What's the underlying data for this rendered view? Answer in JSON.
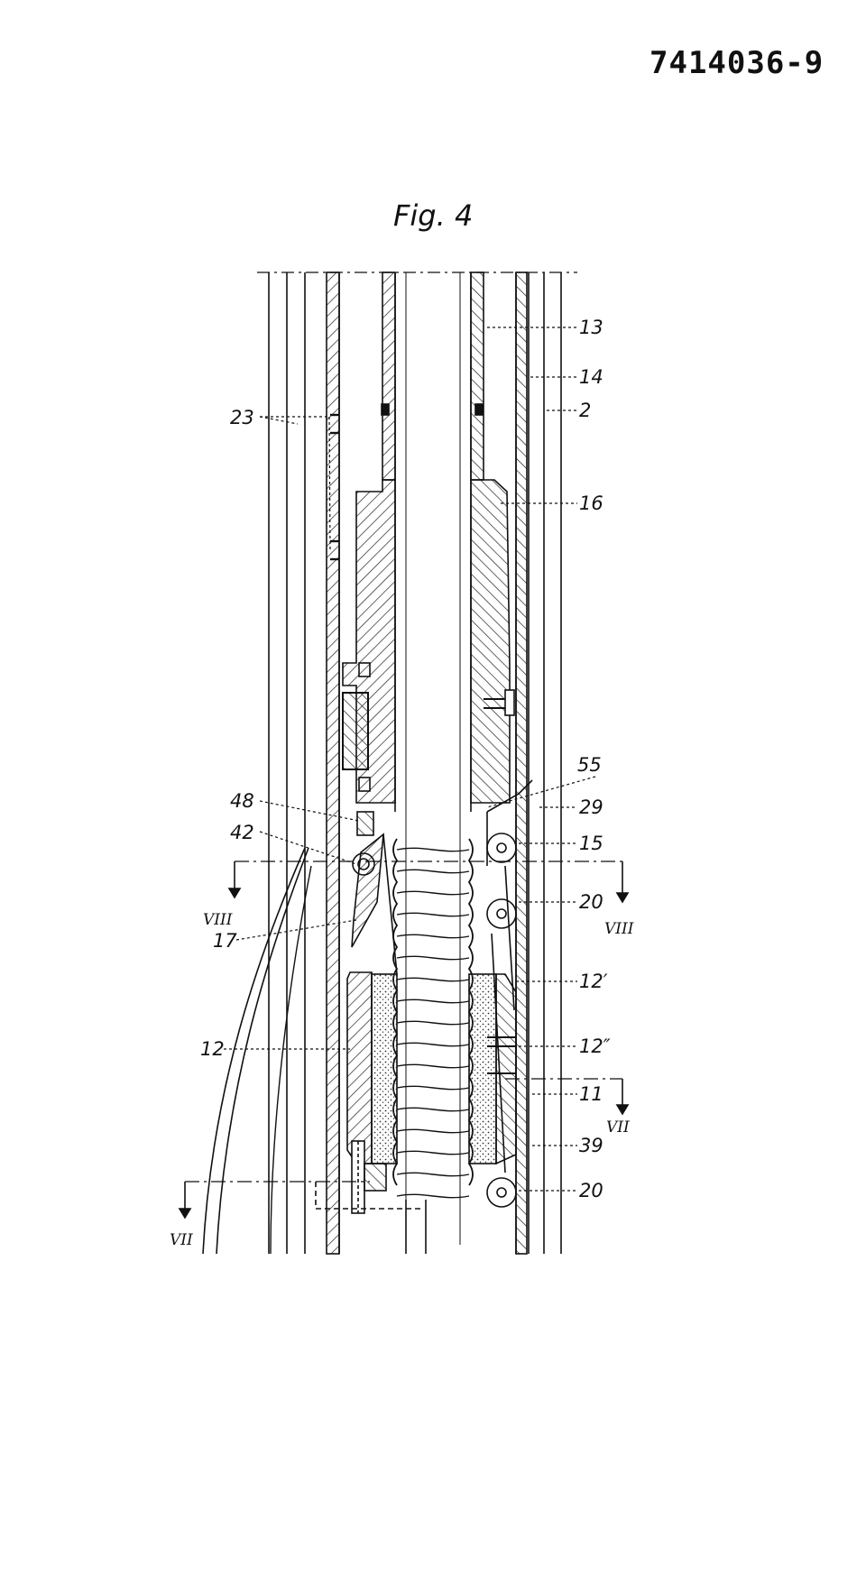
{
  "document_number": "7414036-9",
  "figure_title": "Fig. 4",
  "labels": {
    "l13": "13",
    "l14": "14",
    "l2": "2",
    "l16": "16",
    "l23": "23",
    "l55": "55",
    "l29": "29",
    "l48": "48",
    "l42": "42",
    "l15": "15",
    "l20a": "20",
    "l17": "17",
    "l12p": "12′",
    "l12": "12",
    "l12pp": "12″",
    "l11": "11",
    "l39": "39",
    "l20b": "20"
  },
  "sections": {
    "viii_left": "VIII",
    "viii_right": "VIII",
    "vii_right": "VII",
    "vii_left": "VII"
  }
}
